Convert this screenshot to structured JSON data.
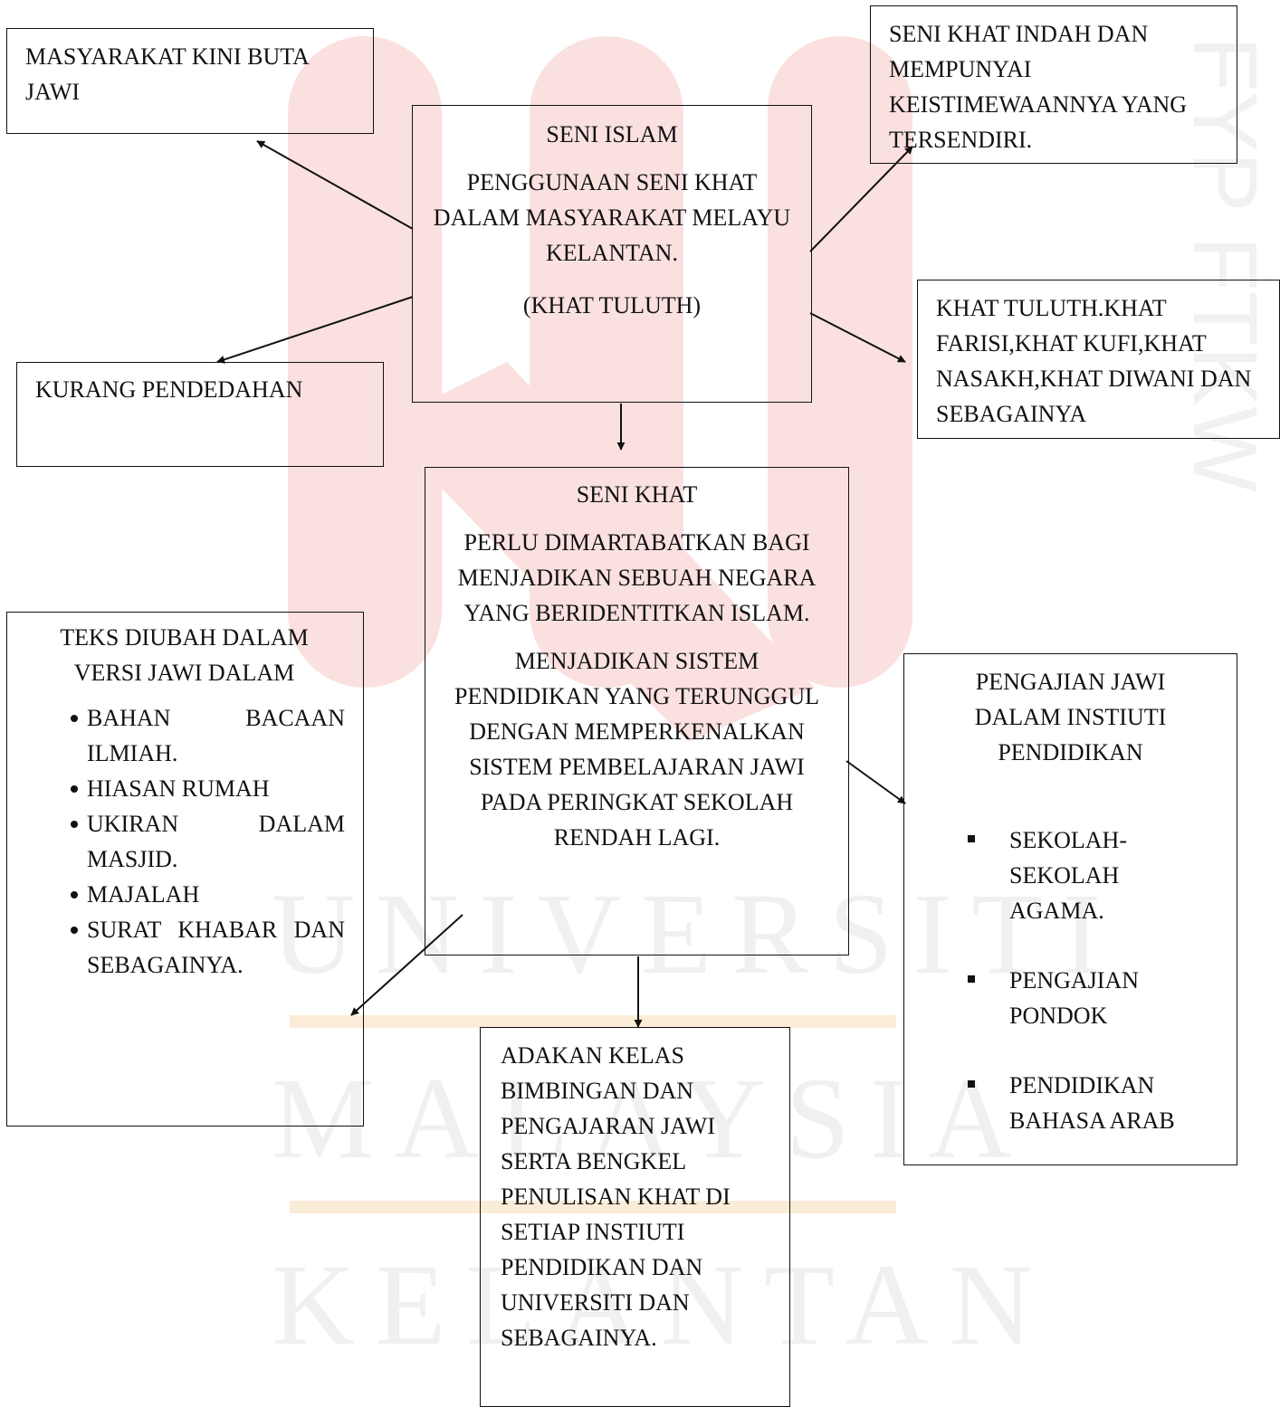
{
  "watermark": {
    "lines": [
      "UNIVERSITI",
      "MALAYSIA",
      "KELANTAN"
    ],
    "side_text": "FYP FTKW"
  },
  "colors": {
    "watermark_logo_red": "#fbe0e0",
    "watermark_logo_orange": "#fbecd8",
    "watermark_text": "#f0f0f0",
    "line": "#111111"
  },
  "boxes": {
    "masyarakat": {
      "text": "MASYARAKAT KINI BUTA JAWI"
    },
    "seni_islam": {
      "title": "SENI ISLAM",
      "body": "PENGGUNAAN SENI KHAT DALAM MASYARAKAT MELAYU KELANTAN.",
      "note": "(KHAT TULUTH)"
    },
    "seni_khat_indah": {
      "text": "SENI KHAT INDAH DAN MEMPUNYAI KEISTIMEWAANNYA YANG TERSENDIRI."
    },
    "kurang": {
      "text": "KURANG PENDEDAHAN"
    },
    "jenis_khat": {
      "text": "KHAT TULUTH.KHAT FARISI,KHAT KUFI,KHAT NASAKH,KHAT DIWANI DAN SEBAGAINYA"
    },
    "seni_khat": {
      "title": "SENI KHAT",
      "para1": "PERLU DIMARTABATKAN BAGI MENJADIKAN SEBUAH NEGARA  YANG BERIDENTITKAN ISLAM.",
      "para2": "MENJADIKAN SISTEM PENDIDIKAN YANG TERUNGGUL DENGAN MEMPERKENALKAN SISTEM PEMBELAJARAN JAWI PADA PERINGKAT SEKOLAH RENDAH LAGI."
    },
    "teks": {
      "heading": "TEKS DIUBAH DALAM VERSI JAWI DALAM",
      "items": [
        "BAHAN BACAAN ILMIAH.",
        "HIASAN RUMAH",
        "UKIRAN DALAM MASJID.",
        "MAJALAH",
        "SURAT KHABAR DAN SEBAGAINYA."
      ]
    },
    "pengajian": {
      "heading": "PENGAJIAN JAWI DALAM INSTIUTI PENDIDIKAN",
      "items": [
        "SEKOLAH-SEKOLAH AGAMA.",
        "PENGAJIAN PONDOK",
        "PENDIDIKAN BAHASA ARAB"
      ]
    },
    "adakan": {
      "text": "ADAKAN  KELAS BIMBINGAN DAN PENGAJARAN JAWI SERTA BENGKEL PENULISAN KHAT DI SETIAP INSTIUTI PENDIDIKAN DAN UNIVERSITI DAN SEBAGAINYA."
    }
  }
}
